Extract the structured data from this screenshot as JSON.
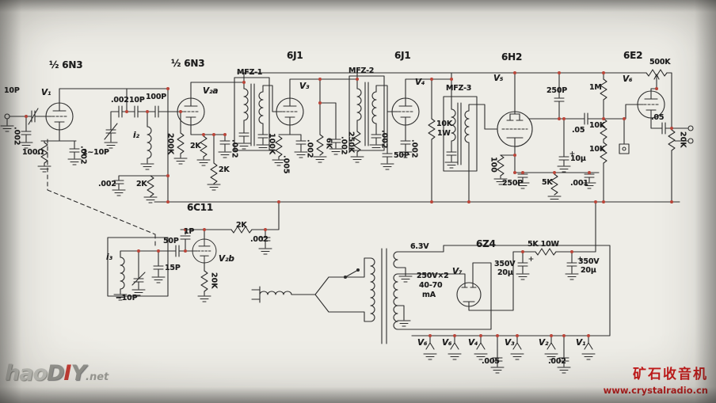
{
  "watermarks": {
    "logo_hao": "hao",
    "logo_d": "D",
    "logo_i": "I",
    "logo_y": "Y",
    "logo_suffix": ".net",
    "site_name": "矿石收音机",
    "site_url": "www.crystalradio.cn"
  },
  "colors": {
    "ink": "#1d1d1d",
    "paper": "#ecebe5",
    "junction_red": "#b5392c",
    "watermark_red": "#c41a1a"
  },
  "labels": [
    {
      "t": "½ 6N3"
    },
    {
      "t": "½ 6N3"
    },
    {
      "t": "6J1"
    },
    {
      "t": "6J1"
    },
    {
      "t": "6H2"
    },
    {
      "t": "6E2"
    },
    {
      "t": "500K"
    },
    {
      "t": "MFZ-1"
    },
    {
      "t": "MFZ-2"
    },
    {
      "t": "MFZ-3"
    },
    {
      "t": "V₁"
    },
    {
      "t": "V₂a"
    },
    {
      "t": "V₃"
    },
    {
      "t": "V₄"
    },
    {
      "t": "V₅"
    },
    {
      "t": "V₆"
    },
    {
      "t": "10P"
    },
    {
      "t": ".002"
    },
    {
      "t": "10P"
    },
    {
      "t": "100P"
    },
    {
      "t": "250P"
    },
    {
      "t": "1M"
    },
    {
      "t": "10K"
    },
    {
      "t": "10K"
    },
    {
      "t": ".05"
    },
    {
      "t": "20K"
    },
    {
      "t": "100Ω"
    },
    {
      "t": ".002"
    },
    {
      "t": ".002"
    },
    {
      "t": "1~10P"
    },
    {
      "t": "i₂"
    },
    {
      "t": ".002"
    },
    {
      "t": "2K"
    },
    {
      "t": "200K"
    },
    {
      "t": "2K"
    },
    {
      "t": "2K"
    },
    {
      "t": ".002"
    },
    {
      "t": "100K"
    },
    {
      "t": ".005"
    },
    {
      "t": ".002"
    },
    {
      "t": ".002"
    },
    {
      "t": "6K"
    },
    {
      "t": "250K"
    },
    {
      "t": ".002"
    },
    {
      "t": "50P"
    },
    {
      "t": ".002"
    },
    {
      "t": "10K"
    },
    {
      "t": "1W"
    },
    {
      "t": "100"
    },
    {
      "t": "250P"
    },
    {
      "t": "5K"
    },
    {
      "t": ".001"
    },
    {
      "t": "10μ"
    },
    {
      "t": ".05"
    },
    {
      "t": "6C11"
    },
    {
      "t": "1P"
    },
    {
      "t": "50P"
    },
    {
      "t": "15P"
    },
    {
      "t": "20K"
    },
    {
      "t": "V₂b"
    },
    {
      "t": "i₃"
    },
    {
      "t": "~10P"
    },
    {
      "t": "2K"
    },
    {
      "t": ".002"
    },
    {
      "t": "6.3V"
    },
    {
      "t": "6Z4"
    },
    {
      "t": "250V×2"
    },
    {
      "t": "40-70"
    },
    {
      "t": "mA"
    },
    {
      "t": "V₇"
    },
    {
      "t": "5K 10W"
    },
    {
      "t": "350V"
    },
    {
      "t": "20μ"
    },
    {
      "t": "350V"
    },
    {
      "t": "20μ"
    },
    {
      "t": "V₆"
    },
    {
      "t": "V₆"
    },
    {
      "t": "V₄"
    },
    {
      "t": "V₃"
    },
    {
      "t": "V₂"
    },
    {
      "t": "V₁"
    },
    {
      "t": ".005"
    },
    {
      "t": ".002"
    }
  ]
}
